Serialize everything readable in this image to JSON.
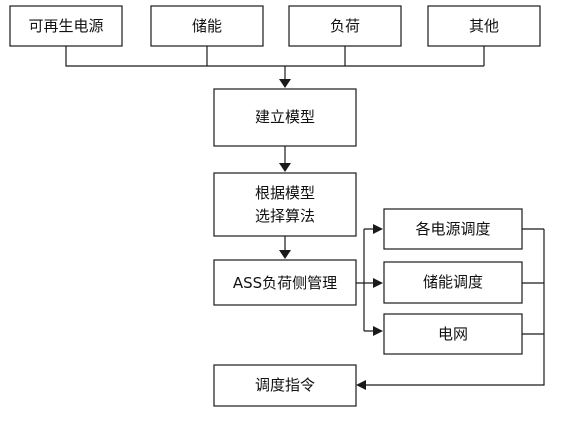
{
  "sources": {
    "renewable": "可再生电源",
    "storage": "储能",
    "load": "负荷",
    "other": "其他"
  },
  "steps": {
    "build_model": "建立模型",
    "select_algorithm": [
      "根据模型",
      "选择算法"
    ],
    "ass_management": "ASS负荷侧管理",
    "dispatch_command": "调度指令"
  },
  "outputs": {
    "power_dispatch": "各电源调度",
    "storage_dispatch": "储能调度",
    "grid": "电网"
  }
}
